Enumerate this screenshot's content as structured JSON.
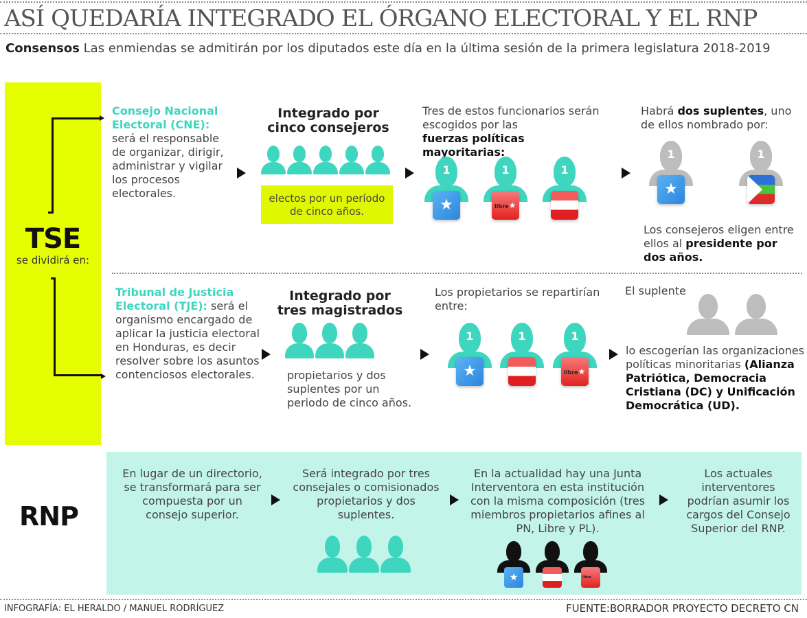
{
  "header": {
    "title": "ASÍ QUEDARÍA INTEGRADO EL ÓRGANO ELECTORAL Y EL RNP",
    "subtitle_bold": "Consensos",
    "subtitle_text": " Las enmiendas se admitirán por los diputados este día en la última sesión de la primera legislatura 2018-2019"
  },
  "tse": {
    "label": "TSE",
    "sublabel": "se dividirá en:",
    "color": "#e6ff00"
  },
  "cne": {
    "name": "Consejo Nacional Electoral (CNE):",
    "description": " será el responsable de organizar, dirigir, administrar y vigilar los procesos electorales.",
    "composition_heading": "Integrado por cinco consejeros",
    "members_count": 5,
    "term_note": "electos por un período de cinco años.",
    "majority_intro": "Tres de estos funcionarios serán escogidos por las",
    "majority_bold": "fuerzas políticas mayoritarias:",
    "majority_parties": [
      {
        "seat": "1",
        "party": "PN",
        "flag": "pn"
      },
      {
        "seat": "1",
        "party": "Libre",
        "flag": "lib"
      },
      {
        "seat": "1",
        "party": "PL",
        "flag": "pl"
      }
    ],
    "substitutes_pre": "Habrá ",
    "substitutes_bold": "dos suplentes",
    "substitutes_post": ", uno de ellos nombrado por:",
    "substitute_parties": [
      {
        "seat": "1",
        "party": "PN",
        "flag": "pn"
      },
      {
        "seat": "1",
        "party": "DC",
        "flag": "dc"
      }
    ],
    "president_pre": "Los consejeros eligen entre ellos al ",
    "president_bold": "presidente por  dos años."
  },
  "tje": {
    "name": "Tribunal de Justicia Electoral (TJE):",
    "description": " será el organismo encargado de aplicar la justicia electoral en Honduras, es decir resolver sobre los asuntos contenciosos electorales.",
    "composition_heading": "Integrado por tres magistrados",
    "members_count": 3,
    "term_note": "propietarios y dos suplentes por un periodo de cinco años.",
    "owners_intro": "Los propietarios se repartirían entre:",
    "owner_parties": [
      {
        "seat": "1",
        "party": "PN",
        "flag": "pn"
      },
      {
        "seat": "1",
        "party": "PL",
        "flag": "pl"
      },
      {
        "seat": "1",
        "party": "Libre",
        "flag": "lib"
      }
    ],
    "substitute_label": "El suplente",
    "substitute_text": "lo escogerían las organizaciones políticas minoritarias ",
    "substitute_bold": "(Alianza Patriótica, Democracia Cristiana (DC) y Unificación Democrática (UD)."
  },
  "rnp": {
    "label": "RNP",
    "color": "#c2f4ea",
    "steps": [
      "En lugar de un directorio, se transformará para ser compuesta por un consejo superior.",
      "Será integrado por tres consejales o comisionados propietarios y dos suplentes.",
      "En la actualidad hay una Junta Interventora en esta institución con la misma composición (tres miembros propietarios afines al PN, Libre y PL).",
      "Los actuales interventores podrían asumir los cargos del Consejo Superior del RNP."
    ]
  },
  "flags": {
    "pn_star": "★",
    "lib_text": "libre",
    "lib_star": "★"
  },
  "colors": {
    "teal": "#3ed6bf",
    "grey_person": "#bdbdbd",
    "black_person": "#111111"
  },
  "footer": {
    "credit": "INFOGRAFÍA: EL HERALDO / MANUEL RODRÍGUEZ",
    "source": "FUENTE:BORRADOR PROYECTO DECRETO CN"
  }
}
